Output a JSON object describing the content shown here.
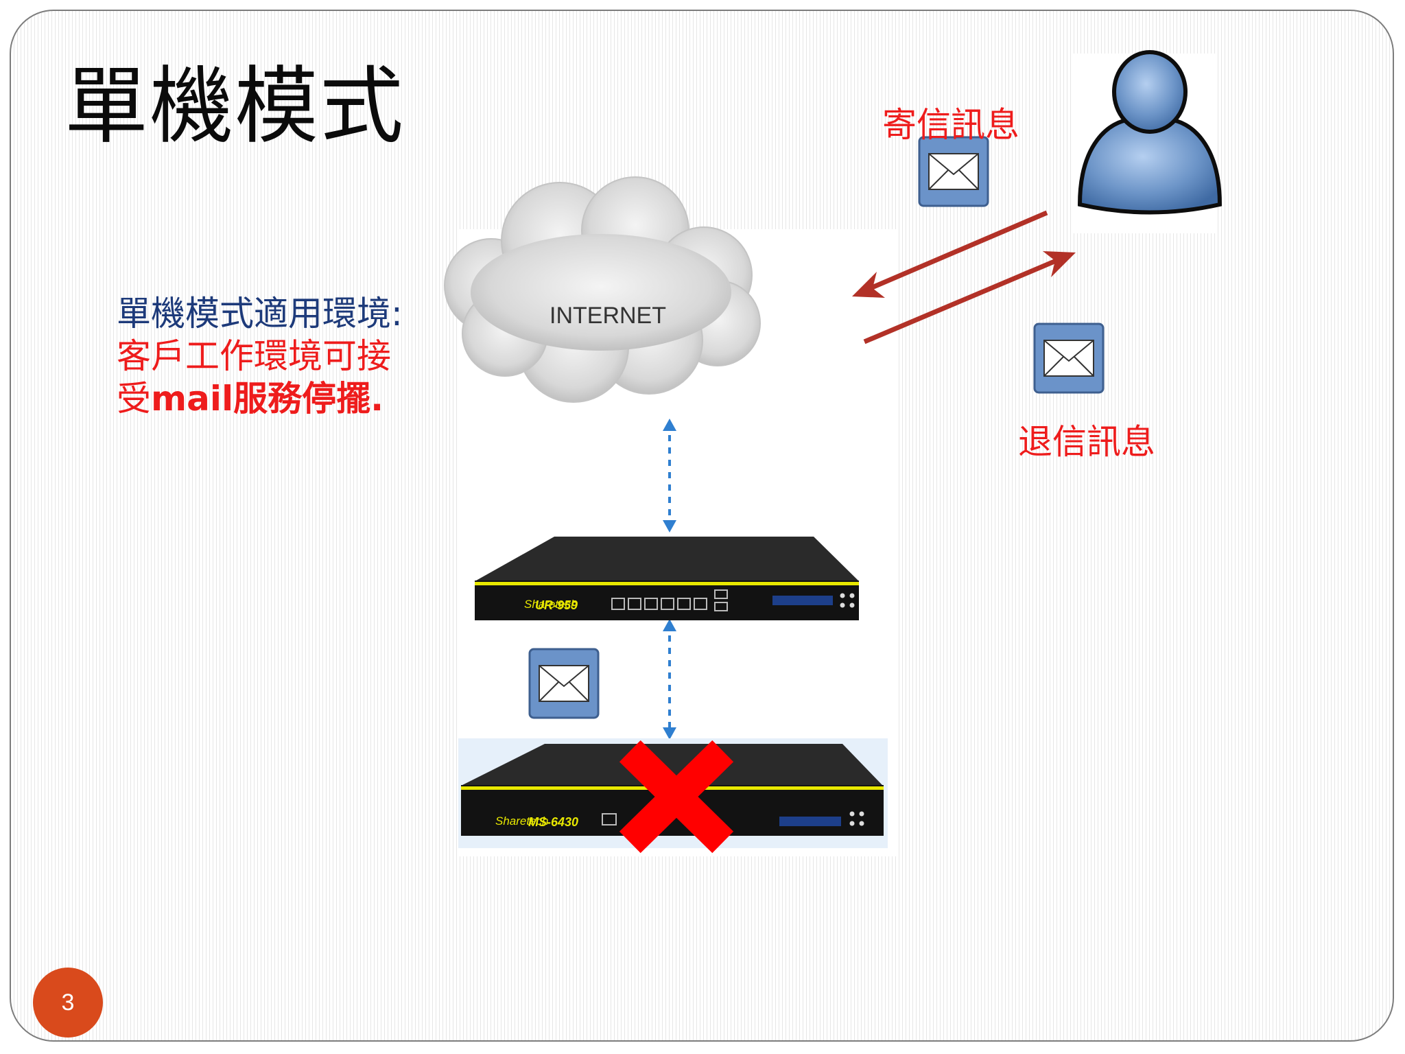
{
  "slide": {
    "title": "單機模式",
    "description": {
      "line1": "單機模式適用環境:",
      "line2": "客戶工作環境可接",
      "line3_prefix": "受",
      "line3_bold": "mail",
      "line3_rest": "服務停擺."
    },
    "page_number": "3"
  },
  "diagram": {
    "cloud_label": "INTERNET",
    "send_label": "寄信訊息",
    "bounce_label": "退信訊息",
    "router_model": "UR-959",
    "mail_server_model": "MS-6430",
    "brand": "Sharetech",
    "mail_server_status": "failed",
    "colors": {
      "arrow": "#b23127",
      "failure_x": "#ff0000",
      "link": "#2f7fd0",
      "device_stripe": "#e8e800"
    }
  }
}
